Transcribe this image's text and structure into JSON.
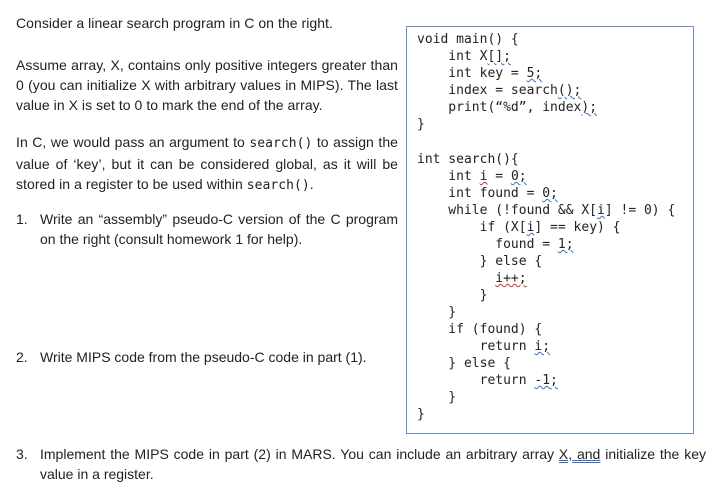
{
  "intro": {
    "before_c": "Consider a linear search program in C on the right."
  },
  "assume": "Assume array, X, contains only positive integers greater than 0 (you can initialize X with arbitrary values in MIPS). The last value in X is set to 0 to mark the end of the array.",
  "pass_arg": {
    "part1": "In C, we would pass an argument to ",
    "code1": "search()",
    "part2": " to assign the value of ‘key’, but it can be considered global, as it will be stored in a register to be used within ",
    "code2": "search()",
    "part3": "."
  },
  "items": [
    {
      "num": "1.",
      "text": "Write an “assembly” pseudo-C version of the C program on the right (consult homework 1 for help)."
    },
    {
      "num": "2.",
      "text": "Write MIPS code from the pseudo-C code in part (1)."
    },
    {
      "num": "3.",
      "text_a": "Implement the MIPS code in part (2) in MARS. You can include an arbitrary array ",
      "text_u": "X, and",
      "text_b": " initialize the key value in a register."
    }
  ],
  "code": {
    "l01": "void main() {",
    "l02a": "    int X",
    "l02b": "[];",
    "l03a": "    int key = ",
    "l03b": "5;",
    "l04a": "    index = search",
    "l04b": "();",
    "l05a": "    print(“%d”, index",
    "l05b": ");",
    "l06": "}",
    "l07": "int search(){",
    "l08a": "    int ",
    "l08b": "i",
    "l08c": " = ",
    "l08d": "0;",
    "l09a": "    int found = ",
    "l09b": "0;",
    "l10a": "    while (!found && X[",
    "l10b": "i",
    "l10c": "] != 0) {",
    "l11a": "        if (X[",
    "l11b": "i",
    "l11c": "] == key) {",
    "l12a": "          found = ",
    "l12b": "1;",
    "l13": "        } else {",
    "l14a": "          ",
    "l14b": "i++;",
    "l15": "        }",
    "l16": "    }",
    "l17": "    if (found) {",
    "l18a": "        return ",
    "l18b": "i;",
    "l19": "    } else {",
    "l20a": "        return ",
    "l20b": "-1;",
    "l21": "    }",
    "l22": "}"
  }
}
